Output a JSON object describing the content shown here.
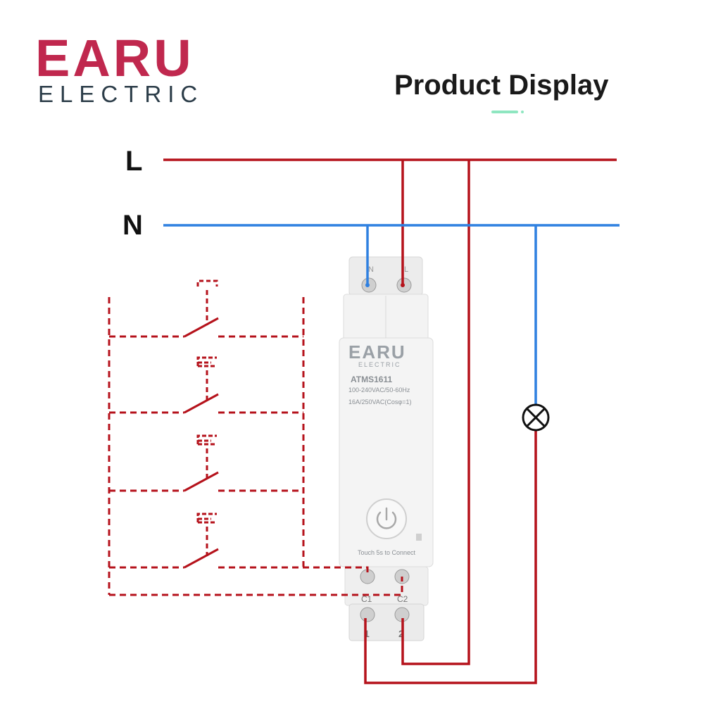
{
  "brand": {
    "name": "EARU",
    "subtitle": "ELECTRIC",
    "color": "#c0284e",
    "subtitle_color": "#2b3c48"
  },
  "header": {
    "title": "Product Display",
    "accent_color": "#8ee6c0"
  },
  "wiring": {
    "live_label": "L",
    "neutral_label": "N",
    "live_color": "#b5121b",
    "neutral_color": "#2f80e0"
  },
  "device": {
    "brand": "EARU",
    "brand_sub": "ELECTRIC",
    "model": "ATMS1611",
    "rating_voltage": "100-240VAC/50-60Hz",
    "rating_current": "16A/250VAC(Cosφ=1)",
    "touch_hint": "Touch 5s to Connect",
    "top_terminal_n": "N",
    "top_terminal_l": "L",
    "terminal_c1": "C1",
    "terminal_c2": "C2",
    "terminal_1": "1",
    "terminal_2": "2"
  },
  "switches": {
    "count": 4,
    "line_style": "dashed",
    "color": "#b5121b"
  },
  "load": {
    "icon": "lamp-icon"
  }
}
